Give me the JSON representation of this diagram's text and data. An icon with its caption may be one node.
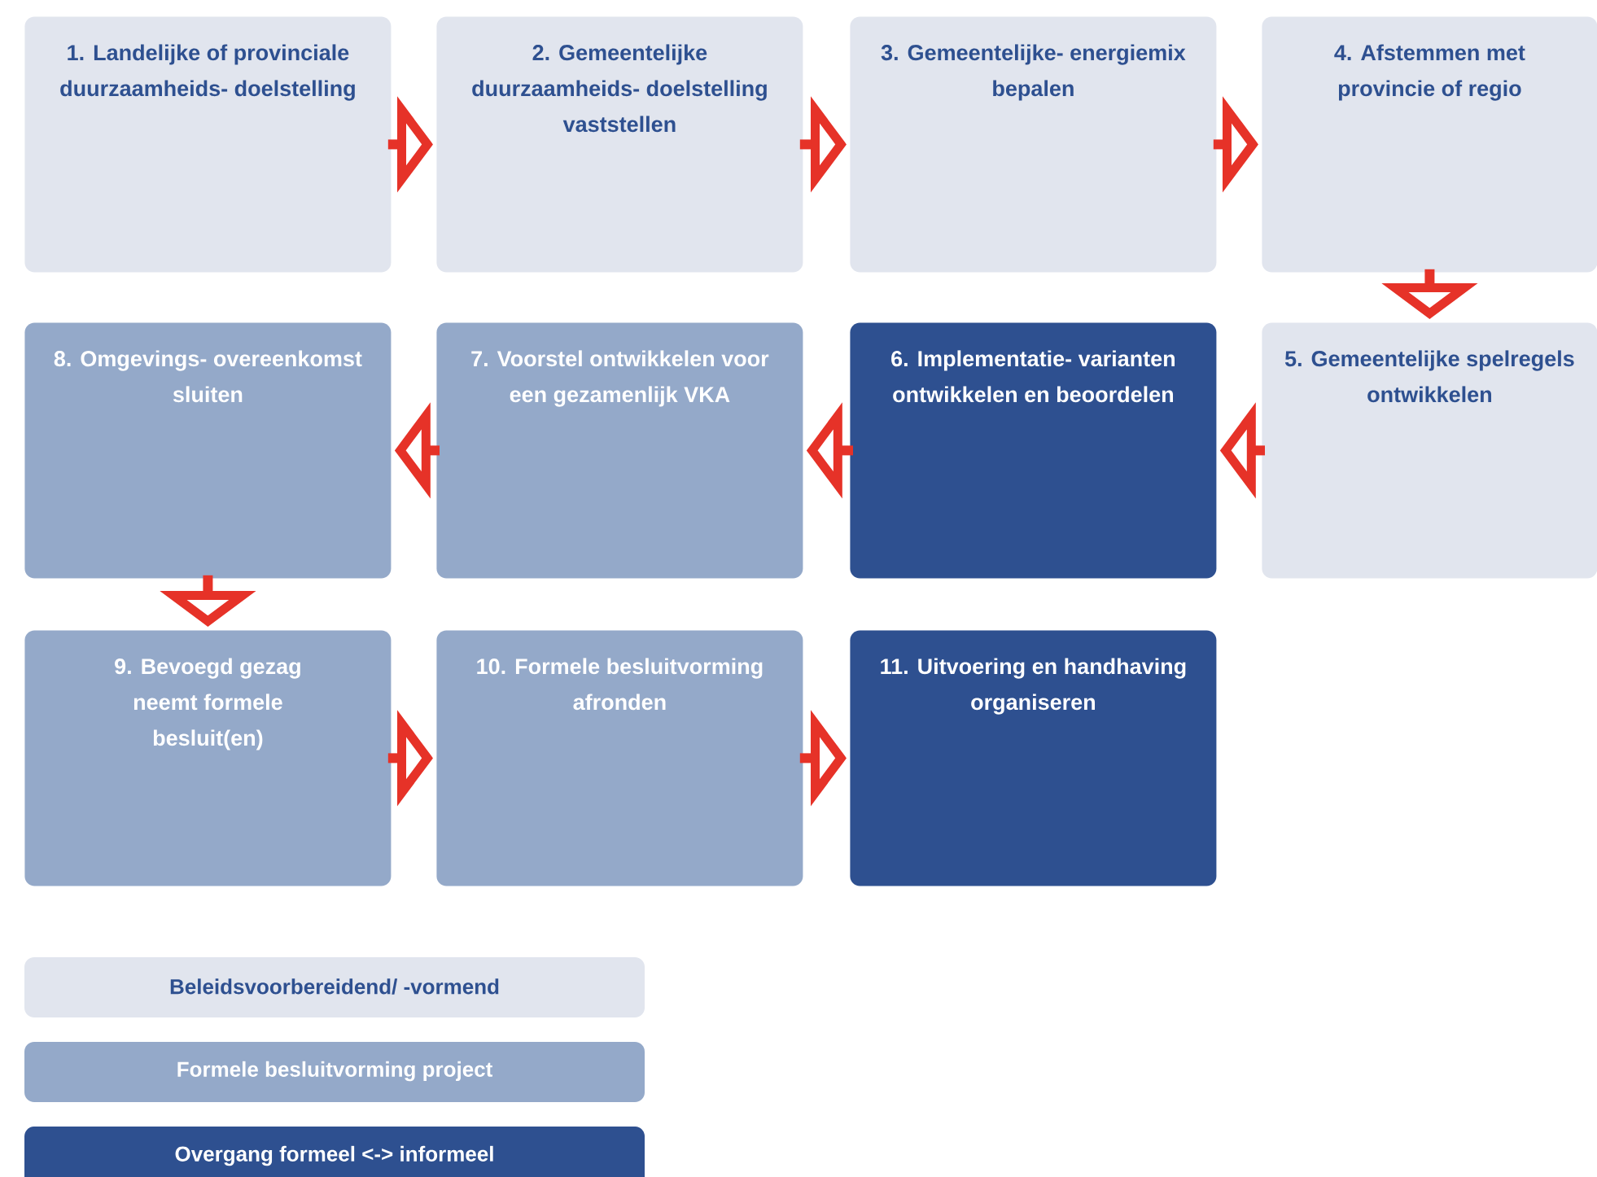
{
  "diagram": {
    "nodes": [
      {
        "text": [
          "1. Landelijke of provinciale duurzaamheids- doelstelling"
        ]
      },
      {
        "text": [
          "2. Gemeentelijke duurzaamheids- doelstelling vaststellen"
        ]
      },
      {
        "text": [
          "3. Gemeentelijke- energiemix bepalen"
        ]
      },
      {
        "text": [
          "4. Afstemmen met provincie of regio"
        ]
      },
      {
        "text": [
          "5. Gemeentelijke spelregels ontwikkelen"
        ]
      },
      {
        "text": [
          "6. Implementatie- varianten ontwikkelen en beoordelen"
        ]
      },
      {
        "text": [
          "7. Voorstel ontwikkelen voor een gezamenlijk VKA"
        ]
      },
      {
        "text": [
          "8. Omgevings- overeenkomst sluiten"
        ]
      },
      {
        "text": [
          "9. Bevoegd gezag neemt formele besluit(en)"
        ]
      },
      {
        "text": [
          "10. Formele besluitvorming afronden"
        ]
      },
      {
        "text": [
          "11. Uitvoering en handhaving organiseren"
        ]
      }
    ],
    "edges": [
      {
        "from": 0,
        "to": 1,
        "arrow": "to"
      },
      {
        "from": 1,
        "to": 2,
        "arrow": "to"
      },
      {
        "from": 2,
        "to": 3,
        "arrow": "to"
      },
      {
        "from": 3,
        "to": 4,
        "arrow": "to"
      },
      {
        "from": 4,
        "to": 5,
        "arrow": "to"
      },
      {
        "from": 5,
        "to": 6,
        "arrow": "to"
      },
      {
        "from": 6,
        "to": 7,
        "arrow": "to"
      },
      {
        "from": 7,
        "to": 8,
        "arrow": "to"
      },
      {
        "from": 8,
        "to": 9,
        "arrow": "to"
      },
      {
        "from": 9,
        "to": 10,
        "arrow": "to"
      }
    ],
    "legend": [
      {
        "text": "Beleidsvoorbereidend/ -vormend",
        "color": "#e1e5ee"
      },
      {
        "text": "Formele besluitvorming project",
        "color": "#94a9c9"
      },
      {
        "text": "Overgang formeel <-> informeel",
        "color": "#2e5090"
      }
    ]
  }
}
